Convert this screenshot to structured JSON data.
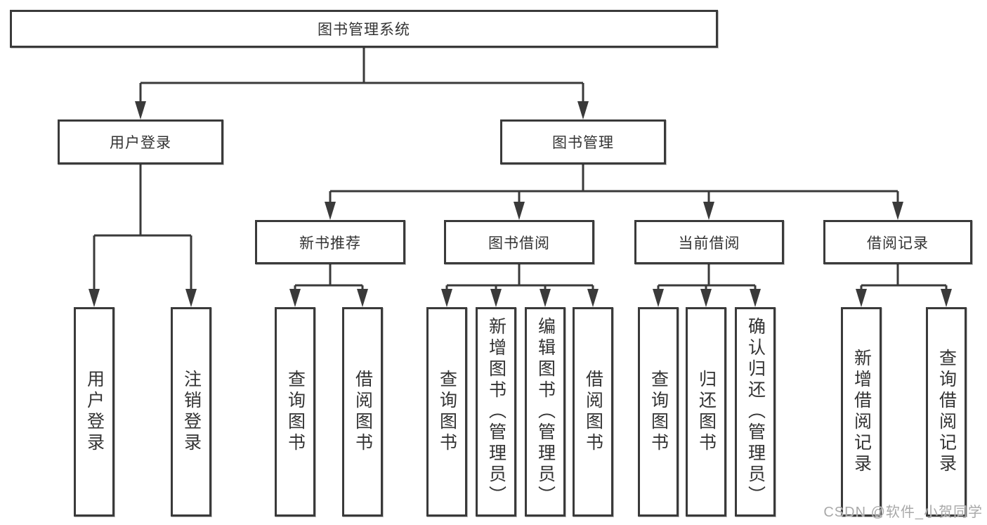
{
  "diagram": {
    "root": {
      "label": "图书管理系统"
    },
    "level2": [
      {
        "label": "用户登录",
        "parent": "图书管理系统"
      },
      {
        "label": "图书管理",
        "parent": "图书管理系统"
      }
    ],
    "level3": [
      {
        "label": "新书推荐",
        "parent": "图书管理"
      },
      {
        "label": "图书借阅",
        "parent": "图书管理"
      },
      {
        "label": "当前借阅",
        "parent": "图书管理"
      },
      {
        "label": "借阅记录",
        "parent": "图书管理"
      }
    ],
    "leaves": [
      {
        "label": "用户登录",
        "parent": "用户登录"
      },
      {
        "label": "注销登录",
        "parent": "用户登录"
      },
      {
        "label": "查询图书",
        "parent": "新书推荐"
      },
      {
        "label": "借阅图书",
        "parent": "新书推荐"
      },
      {
        "label": "查询图书",
        "parent": "图书借阅"
      },
      {
        "label": "新增图书（管理员）",
        "parent": "图书借阅"
      },
      {
        "label": "编辑图书（管理员）",
        "parent": "图书借阅"
      },
      {
        "label": "借阅图书",
        "parent": "图书借阅"
      },
      {
        "label": "查询图书",
        "parent": "当前借阅"
      },
      {
        "label": "归还图书",
        "parent": "当前借阅"
      },
      {
        "label": "确认归还（管理员）",
        "parent": "当前借阅"
      },
      {
        "label": "新增借阅记录",
        "parent": "借阅记录"
      },
      {
        "label": "查询借阅记录",
        "parent": "借阅记录"
      }
    ],
    "colors": {
      "line": "#3a3a3a",
      "box_border": "#3a3a3a",
      "text": "#333333",
      "background": "#ffffff",
      "watermark": "#a9a9a9"
    }
  },
  "watermark": {
    "text": "CSDN @软件_小贺同学"
  }
}
